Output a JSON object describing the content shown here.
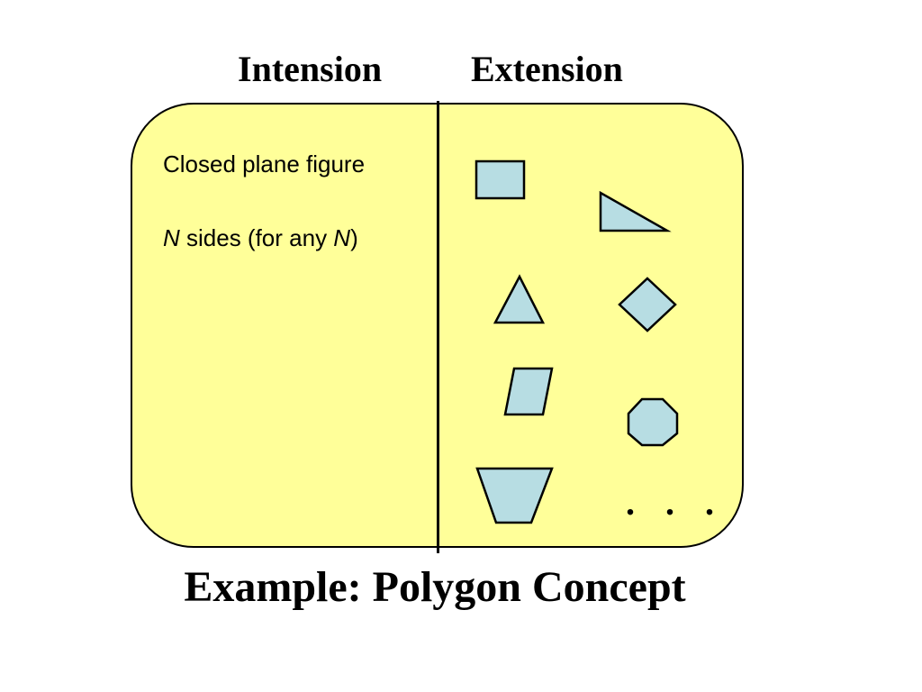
{
  "headings": {
    "intension": "Intension",
    "extension": "Extension"
  },
  "intension": {
    "property_1": "Closed plane figure",
    "property_2": {
      "var_1": "N",
      "middle": " sides (for any ",
      "var_2": "N",
      "end": ")"
    }
  },
  "extension": {
    "shapes": [
      "rectangle",
      "right-triangle",
      "triangle",
      "diamond",
      "parallelogram",
      "octagon",
      "trapezoid"
    ],
    "ellipsis": ". . ."
  },
  "caption": "Example: Polygon Concept",
  "colors": {
    "panel_fill": "#ffff99",
    "shape_fill": "#b7dde3",
    "outline": "#000000"
  }
}
